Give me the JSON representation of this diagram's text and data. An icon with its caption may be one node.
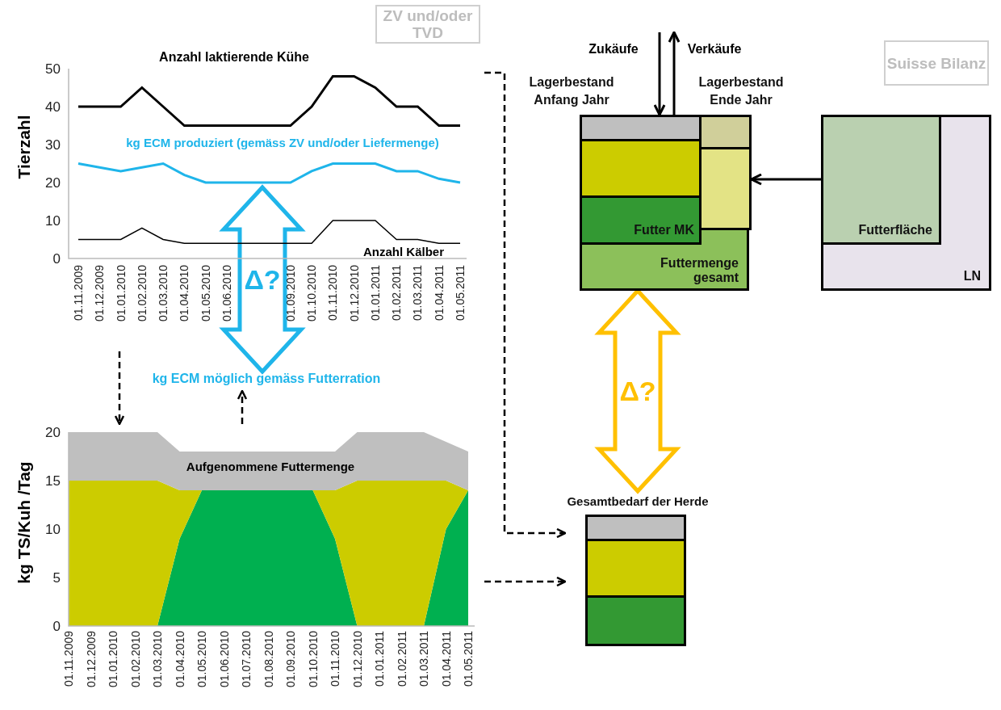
{
  "diagram": {
    "nodes": [
      {
        "text": [],
        "shape": "chart"
      },
      {
        "text": [
          "ZV und/oder TVD"
        ]
      },
      {
        "text": [
          "kg ECM möglich gemäss Futterration"
        ]
      },
      {
        "text": [],
        "shape": "chart"
      },
      {
        "text": [
          "Futtermenge gesamt"
        ]
      },
      {
        "text": [],
        "shape": "box",
        "in": 4,
        "beside": [
          "Lagerbestand Anfang Jahr"
        ]
      },
      {
        "text": [],
        "shape": "box",
        "in": 4
      },
      {
        "text": [
          "Futter MK"
        ],
        "in": 4
      },
      {
        "text": [],
        "shape": "box",
        "in": 4,
        "beside": [
          "Lagerbestand Ende Jahr"
        ]
      },
      {
        "text": [],
        "shape": "box",
        "in": 4
      },
      {
        "text": [
          "LN"
        ]
      },
      {
        "text": [
          "Futterfläche"
        ],
        "in": 10
      },
      {
        "text": [
          "Suisse Bilanz"
        ]
      },
      {
        "text": [
          "Gesamtbedarf der Herde"
        ]
      },
      {
        "text": [],
        "shape": "box",
        "in": 13
      },
      {
        "text": [],
        "shape": "box",
        "in": 13
      },
      {
        "text": [],
        "shape": "box",
        "in": 13
      }
    ],
    "edges": [
      {
        "from": 11,
        "to": 9,
        "arrow": "to"
      },
      {
        "from": 0,
        "to": 3,
        "arrow": "to",
        "style": "dashed"
      },
      {
        "from": 3,
        "to": 2,
        "arrow": "to",
        "style": "dashed"
      },
      {
        "from": 0,
        "to": 13,
        "arrow": "to",
        "style": "dashed"
      },
      {
        "from": 3,
        "to": 13,
        "arrow": "to",
        "style": "dashed"
      },
      {
        "from": 0,
        "to": 2,
        "arrow": "both",
        "style": "thick",
        "color": "#1fb5ea",
        "label": "Δ?"
      },
      {
        "from": 4,
        "to": 13,
        "arrow": "both",
        "style": "thick",
        "color": "#ffc000",
        "label": "Δ?"
      },
      {
        "from": null,
        "to": 4,
        "arrow": "to",
        "label": "Zukäufe"
      },
      {
        "from": 4,
        "to": null,
        "arrow": "to",
        "label": "Verkäufe"
      }
    ],
    "chart_data": [
      {
        "type": "line",
        "ylabel": "Tierzahl",
        "ylim": [
          0,
          50
        ],
        "yticks": [
          0,
          10,
          20,
          30,
          40,
          50
        ],
        "categories": [
          "01.11.2009",
          "01.12.2009",
          "01.01.2010",
          "01.02.2010",
          "01.03.2010",
          "01.04.2010",
          "01.05.2010",
          "01.06.2010",
          null,
          null,
          "01.09.2010",
          "01.10.2010",
          "01.11.2010",
          "01.12.2010",
          "01.01.2011",
          "01.02.2011",
          "01.03.2011",
          "01.04.2011",
          "01.05.2011"
        ],
        "series": [
          {
            "name": "Anzahl laktierende Kühe",
            "color": "#000000",
            "values": [
              40,
              40,
              40,
              45,
              40,
              35,
              35,
              35,
              35,
              35,
              35,
              40,
              48,
              48,
              45,
              40,
              40,
              35,
              35
            ]
          },
          {
            "name": "kg ECM produziert (gemäss ZV  und/oder Liefermenge)",
            "color": "#1fb5ea",
            "values": [
              25,
              24,
              23,
              24,
              25,
              22,
              20,
              20,
              20,
              20,
              20,
              23,
              25,
              25,
              25,
              23,
              23,
              21,
              20
            ]
          },
          {
            "name": "Anzahl Kälber",
            "color": "#000000",
            "values": [
              5,
              5,
              5,
              8,
              5,
              4,
              4,
              4,
              4,
              4,
              4,
              4,
              10,
              10,
              10,
              5,
              5,
              4,
              4
            ]
          }
        ]
      },
      {
        "type": "area",
        "stacked": true,
        "ylabel": "kg TS/Kuh /Tag",
        "ylim": [
          0,
          20
        ],
        "yticks": [
          0,
          5,
          10,
          15,
          20
        ],
        "categories": [
          "01.11.2009",
          "01.12.2009",
          "01.01.2010",
          "01.02.2010",
          "01.03.2010",
          "01.04.2010",
          "01.05.2010",
          "01.06.2010",
          "01.07.2010",
          "01.08.2010",
          "01.09.2010",
          "01.10.2010",
          "01.11.2010",
          "01.12.2010",
          "01.01.2011",
          "01.02.2011",
          "01.03.2011",
          "01.04.2011",
          "01.05.2011"
        ],
        "series": [
          {
            "color": "#00b050",
            "values": [
              0,
              0,
              0,
              0,
              0,
              9,
              14,
              14,
              14,
              14,
              14,
              14,
              9,
              0,
              0,
              0,
              0,
              10,
              14
            ]
          },
          {
            "color": "#cccc00",
            "values": [
              15,
              15,
              15,
              15,
              15,
              5,
              0,
              0,
              0,
              0,
              0,
              0,
              5,
              15,
              15,
              15,
              15,
              5,
              0
            ]
          },
          {
            "color": "#bfbfbf",
            "values": [
              5,
              5,
              5,
              5,
              5,
              4,
              4,
              4,
              4,
              4,
              4,
              4,
              4,
              5,
              5,
              5,
              5,
              4,
              4
            ]
          }
        ],
        "annotations": [
          "Aufgenommene Futtermenge"
        ]
      }
    ]
  }
}
